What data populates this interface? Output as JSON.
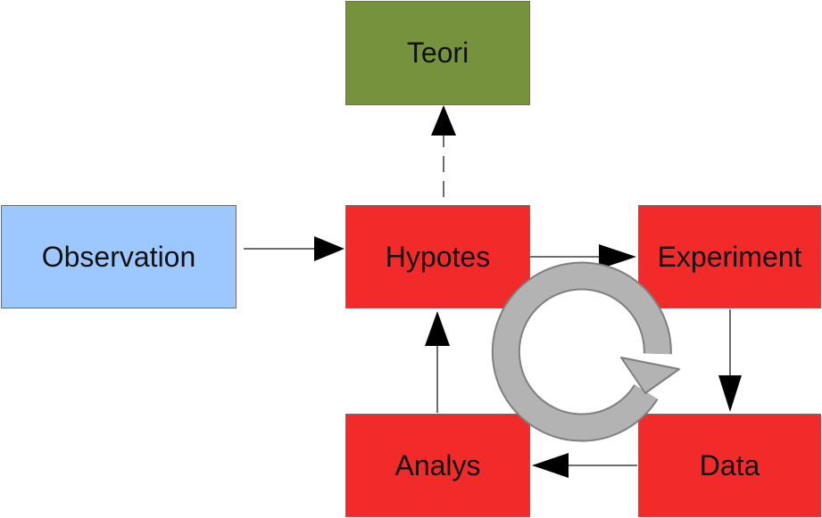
{
  "diagram": {
    "nodes": {
      "teori": {
        "label": "Teori",
        "color": "#76923c"
      },
      "observation": {
        "label": "Observation",
        "color": "#9dc8ff"
      },
      "hypotes": {
        "label": "Hypotes",
        "color": "#f22a2a"
      },
      "experiment": {
        "label": "Experiment",
        "color": "#f22a2a"
      },
      "analys": {
        "label": "Analys",
        "color": "#f22a2a"
      },
      "data": {
        "label": "Data",
        "color": "#f22a2a"
      }
    },
    "edges": [
      {
        "from": "Observation",
        "to": "Hypotes",
        "style": "solid"
      },
      {
        "from": "Hypotes",
        "to": "Experiment",
        "style": "solid"
      },
      {
        "from": "Experiment",
        "to": "Data",
        "style": "solid"
      },
      {
        "from": "Data",
        "to": "Analys",
        "style": "solid"
      },
      {
        "from": "Analys",
        "to": "Hypotes",
        "style": "solid"
      },
      {
        "from": "Hypotes",
        "to": "Teori",
        "style": "dashed"
      }
    ],
    "cycle_icon": {
      "type": "clockwise-circular-arrow",
      "color": "#b3b3b3"
    },
    "colors": {
      "line": "#6d6d6d",
      "arrowhead": "#000000",
      "border": "#6d6d6d"
    }
  }
}
